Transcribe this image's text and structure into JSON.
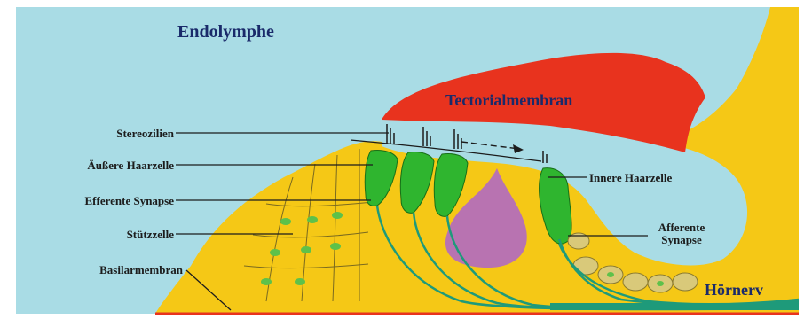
{
  "labels": {
    "endolymphe": "Endolymphe",
    "tectorialmembran": "Tectorialmembran",
    "stereozilien": "Stereozilien",
    "aeussere_haarzelle": "Äußere Haarzelle",
    "efferente_synapse": "Efferente Synapse",
    "stuetzzelle": "Stützzelle",
    "basilarmembran": "Basilarmembran",
    "innere_haarzelle": "Innere Haarzelle",
    "afferente_synapse_line1": "Afferente",
    "afferente_synapse_line2": "Synapse",
    "hoernerv": "Hörnerv"
  },
  "colors": {
    "endolymph": "#a9dce5",
    "tissue": "#f5c816",
    "tectorial_membrane": "#e8331e",
    "hair_cell": "#2fb52f",
    "tunnel": "#b873b1",
    "nerve_fiber": "#1e9a7a",
    "label_text": "#1c1c1c",
    "title_text": "#1a2a6a"
  }
}
